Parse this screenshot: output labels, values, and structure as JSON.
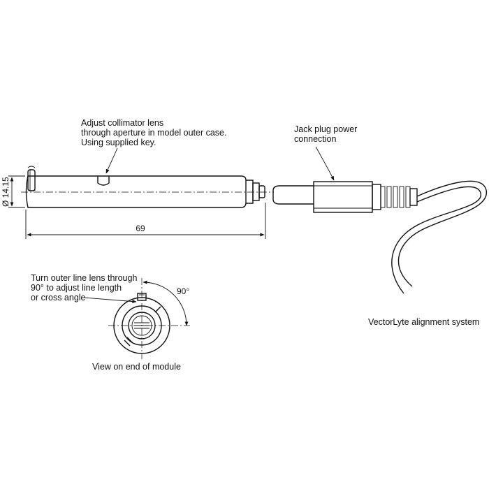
{
  "labels": {
    "collimator_note": [
      "Adjust collimator lens",
      "through aperture in model outer case.",
      "Using supplied key."
    ],
    "jack_note": [
      "Jack plug power",
      "connection"
    ],
    "line_lens_note": [
      "Turn outer line lens through",
      "90° to adjust line length",
      "or cross angle"
    ],
    "angle": "90°",
    "end_view_caption": "View on end of module",
    "system_caption": "VectorLyte alignment system"
  },
  "dimensions": {
    "length": "69",
    "diameter": "Ø 14.15"
  }
}
